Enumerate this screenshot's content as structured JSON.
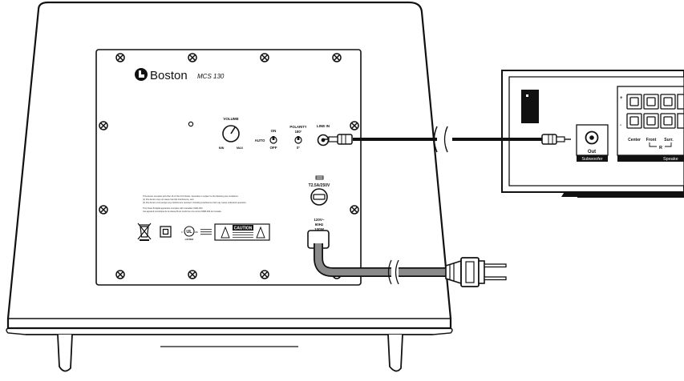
{
  "subwoofer": {
    "brand": "Boston",
    "model": "MCS 130",
    "volume": {
      "label": "VOLUME",
      "min": "MIN",
      "max": "MAX"
    },
    "auto_switch": {
      "on": "ON",
      "auto": "AUTO",
      "off": "OFF"
    },
    "polarity": {
      "label": "POLARITY",
      "deg180": "180°",
      "deg0": "0°"
    },
    "line_in": {
      "label": "LINE IN"
    },
    "fuse": {
      "label": "T2.5A/250V"
    },
    "power_rating": {
      "line1": "120V~",
      "line2": "60Hz",
      "line3": "100W"
    },
    "caution": "CAUTION",
    "fcc_text": [
      "This device complies with Part 15 of the FCC Rules. Operation is subject to the following two conditions:",
      "(1) this device may not cause harmful interference, and",
      "(2) this device must accept any interference received, including interference that may cause undesired operation.",
      "This Class B digital apparatus complies with Canadian ICES-003.",
      "Cet appareil numérique de la classe B est conforme à la norme NMB-003 du Canada."
    ],
    "ul_mark": "LISTED"
  },
  "receiver": {
    "out_label": "Out",
    "subwoofer_label": "Subwoofer",
    "speakers_label": "Speake",
    "speaker_channels": [
      "Center",
      "Front",
      "Surr."
    ],
    "r_label": "R"
  }
}
